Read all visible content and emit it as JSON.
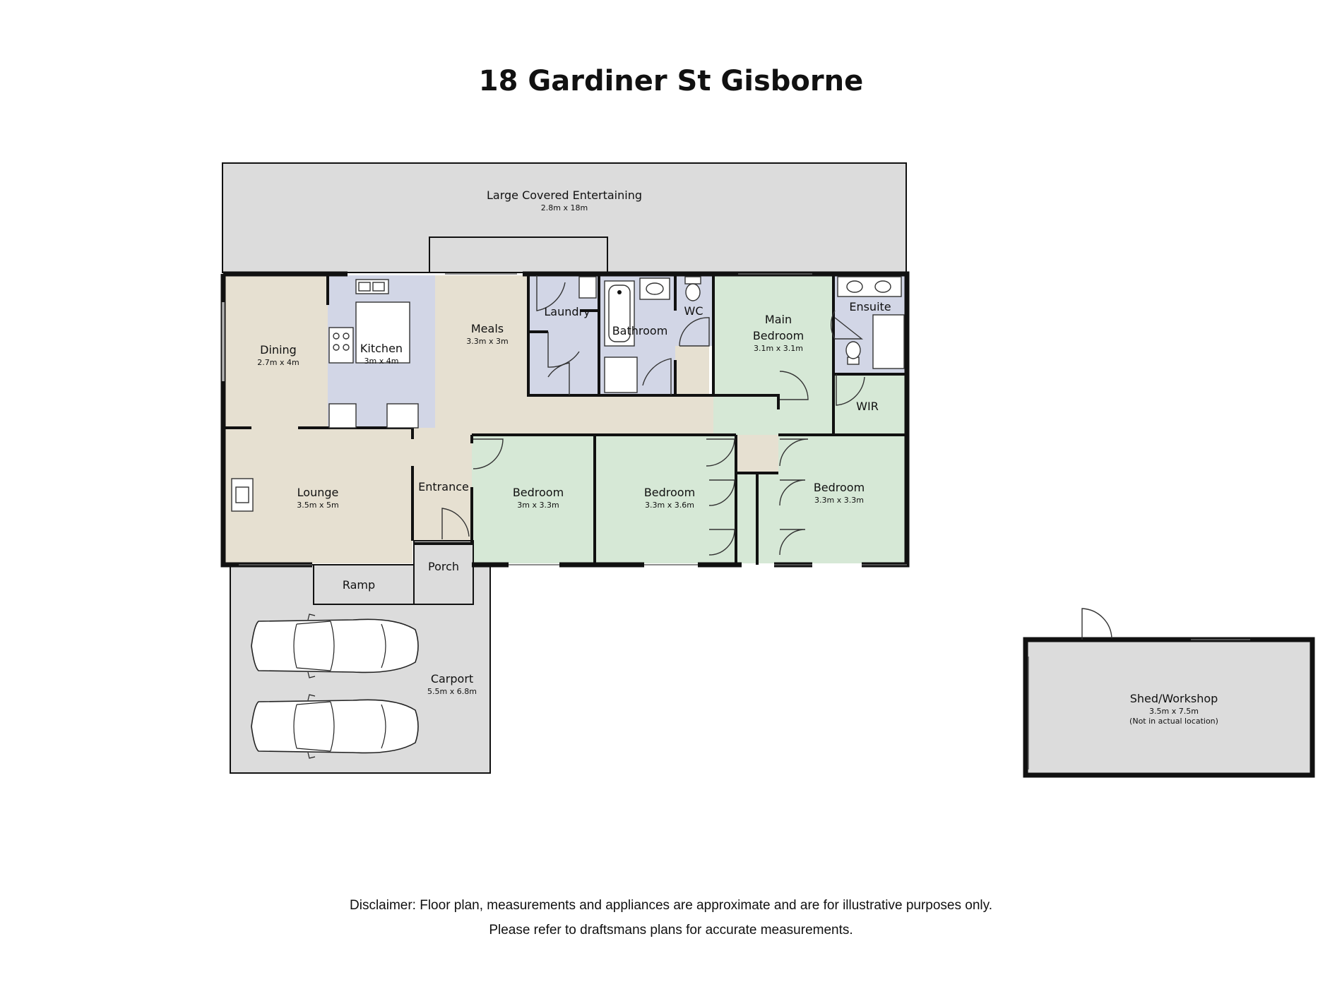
{
  "title": "18 Gardiner St Gisborne",
  "colors": {
    "outdoor": "#dcdcdc",
    "living": "#e6e0d1",
    "kitchen": "#d2d6e6",
    "wet": "#d2d6e6",
    "bedroom": "#d6e8d6",
    "wall": "#111111"
  },
  "rooms": {
    "entertaining": {
      "name": "Large Covered Entertaining",
      "size": "2.8m x 18m"
    },
    "dining": {
      "name": "Dining",
      "size": "2.7m x 4m"
    },
    "kitchen": {
      "name": "Kitchen",
      "size": "3m x 4m"
    },
    "meals": {
      "name": "Meals",
      "size": "3.3m x 3m"
    },
    "laundry": {
      "name": "Laundry"
    },
    "bathroom": {
      "name": "Bathroom"
    },
    "wc": {
      "name": "WC"
    },
    "main_bedroom": {
      "name_line1": "Main",
      "name_line2": "Bedroom",
      "size": "3.1m x 3.1m"
    },
    "ensuite": {
      "name": "Ensuite"
    },
    "wir": {
      "name": "WIR"
    },
    "lounge": {
      "name": "Lounge",
      "size": "3.5m x 5m"
    },
    "entrance": {
      "name": "Entrance"
    },
    "bedroom_1": {
      "name": "Bedroom",
      "size": "3m x 3.3m"
    },
    "bedroom_2": {
      "name": "Bedroom",
      "size": "3.3m x 3.6m"
    },
    "bedroom_3": {
      "name": "Bedroom",
      "size": "3.3m x 3.3m"
    },
    "porch": {
      "name": "Porch"
    },
    "ramp": {
      "name": "Ramp"
    },
    "carport": {
      "name": "Carport",
      "size": "5.5m x 6.8m"
    },
    "shed": {
      "name": "Shed/Workshop",
      "size": "3.5m x 7.5m",
      "note": "(Not in actual location)"
    }
  },
  "disclaimer": {
    "line1": "Disclaimer: Floor plan, measurements and appliances are approximate and are for illustrative purposes only.",
    "line2": "Please refer to draftsmans plans for accurate measurements."
  }
}
